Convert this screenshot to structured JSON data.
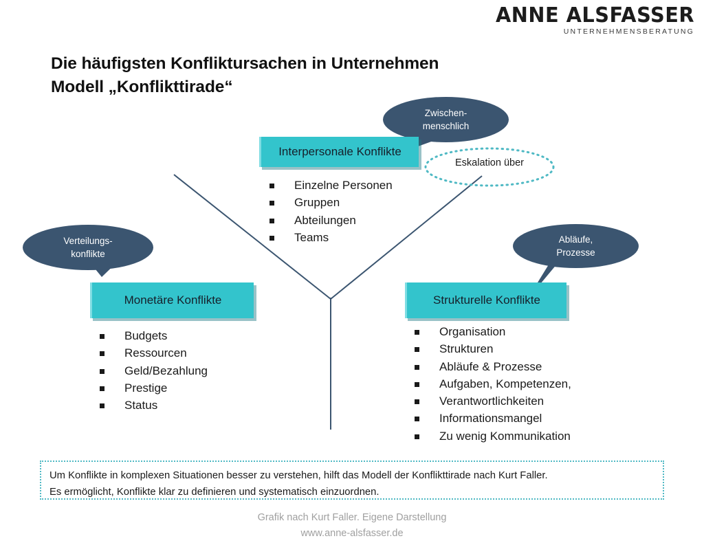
{
  "logo": {
    "name": "ANNE ALSFASSER",
    "subtitle": "UNTERNEHMENSBERATUNG"
  },
  "title": {
    "line1": "Die häufigsten Konfliktursachen in Unternehmen",
    "line2": "Modell „Konflikttirade“"
  },
  "colors": {
    "teal": "#33C4CC",
    "teal_shadow": "#1C7882",
    "navy": "#3B5570",
    "dotted_border": "#4FB9C4",
    "connector_line": "#3B5570",
    "footer_text": "#A0A0A0"
  },
  "nodes": {
    "interpersonal": {
      "label": "Interpersonale Konflikte",
      "bullets": [
        "Einzelne Personen",
        "Gruppen",
        "Abteilungen",
        "Teams"
      ]
    },
    "monetary": {
      "label": "Monetäre Konflikte",
      "bullets": [
        "Budgets",
        "Ressourcen",
        "Geld/Bezahlung",
        "Prestige",
        "Status"
      ]
    },
    "structural": {
      "label": "Strukturelle Konflikte",
      "bullets": [
        "Organisation",
        "Strukturen",
        "Abläufe & Prozesse",
        "Aufgaben, Kompetenzen,",
        "Verantwortlichkeiten",
        "Informationsmangel",
        "Zu wenig Kommunikation"
      ]
    }
  },
  "callouts": {
    "interpersonal": {
      "line1": "Zwischen-",
      "line2": "menschlich"
    },
    "monetary": {
      "line1": "Verteilungs-",
      "line2": "konflikte"
    },
    "structural": {
      "line1": "Abläufe,",
      "line2": "Prozesse"
    }
  },
  "oval": {
    "label": "Eskalation über"
  },
  "note": {
    "line1": "Um Konflikte in komplexen Situationen besser zu verstehen, hilft das Modell der Konflikttirade nach Kurt Faller.",
    "line2": "Es ermöglicht, Konflikte klar zu definieren und systematisch einzuordnen."
  },
  "footer": {
    "line1": "Grafik nach Kurt Faller. Eigene Darstellung",
    "line2": "www.anne-alsfasser.de"
  }
}
